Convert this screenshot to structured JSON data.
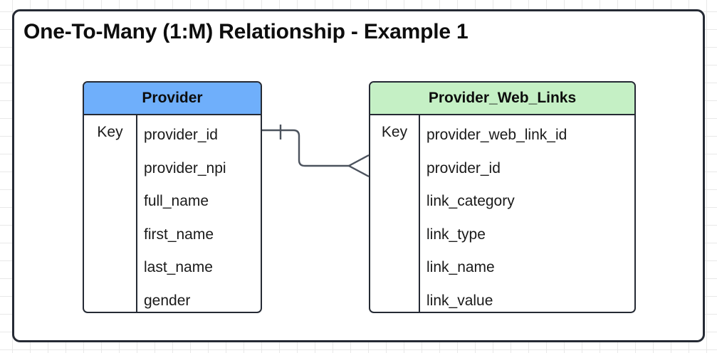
{
  "diagram": {
    "title": "One-To-Many (1:M) Relationship - Example 1",
    "background": "#ffffff",
    "grid_color": "#e8e8e8",
    "border_color": "#252a34"
  },
  "entities": [
    {
      "name": "Provider",
      "header_color": "#6FAFFB",
      "key_column_header": "Key",
      "fields": [
        "provider_id",
        "provider_npi",
        "full_name",
        "first_name",
        "last_name",
        "gender"
      ]
    },
    {
      "name": "Provider_Web_Links",
      "header_color": "#C5F0C5",
      "key_column_header": "Key",
      "fields": [
        "provider_web_link_id",
        "provider_id",
        "link_category",
        "link_type",
        "link_name",
        "link_value"
      ]
    }
  ],
  "relationship": {
    "type": "one-to-many",
    "notation": "crows-foot",
    "from_entity": "Provider",
    "from_cardinality": "one",
    "to_entity": "Provider_Web_Links",
    "to_cardinality": "many",
    "line_color": "#4c535e"
  }
}
